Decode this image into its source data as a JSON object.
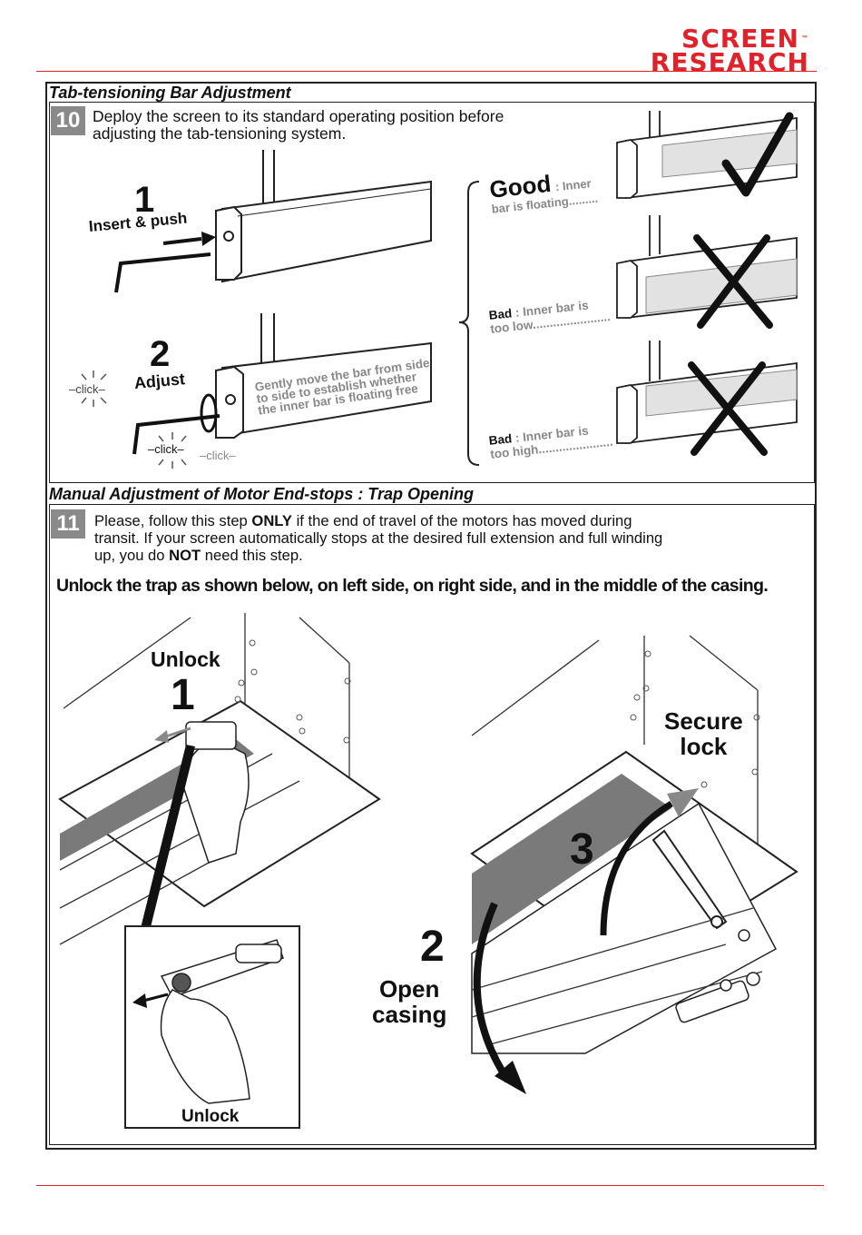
{
  "brand": {
    "line1": "SCREEN",
    "line2": "RESEARCH",
    "tm": "™"
  },
  "section10": {
    "title": "Tab-tensioning Bar Adjustment",
    "step_number": "10",
    "instruction_line1": "Deploy the screen to its standard operating position before",
    "instruction_line2": "adjusting the tab-tensioning system.",
    "step1_num": "1",
    "step1_label": "Insert & push",
    "step2_num": "2",
    "step2_label": "Adjust",
    "click_label": "click",
    "note_line1": "Gently move the bar from side",
    "note_line2": "to side to establish whether",
    "note_line3": "the inner bar is floating free",
    "good_label": "Good",
    "good_desc1": ": Inner",
    "good_desc2": "bar is floating.........",
    "bad_label": "Bad",
    "bad_low_desc1": ": Inner bar is",
    "bad_low_desc2": "too low.......................",
    "bad_high_desc1": ": Inner bar is",
    "bad_high_desc2": "too high......................"
  },
  "section11": {
    "title": "Manual Adjustment of Motor End-stops : Trap Opening",
    "step_number": "11",
    "p_line1_a": "Please, follow this step ",
    "p_line1_b": "ONLY",
    "p_line1_c": " if the end of travel of the motors has moved during",
    "p_line2": "transit. If your screen automatically stops at the desired full extension and full winding",
    "p_line3_a": "up, you do ",
    "p_line3_b": "NOT",
    "p_line3_c": " need this step.",
    "unlock_instruction": "Unlock the trap as shown below, on left side, on right side, and in the middle of the casing.",
    "unlock_label": "Unlock",
    "step1_num": "1",
    "inset_label": "Unlock",
    "step2_num": "2",
    "step2_label1": "Open",
    "step2_label2": "casing",
    "step3_num": "3",
    "secure_label1": "Secure",
    "secure_label2": "lock"
  }
}
